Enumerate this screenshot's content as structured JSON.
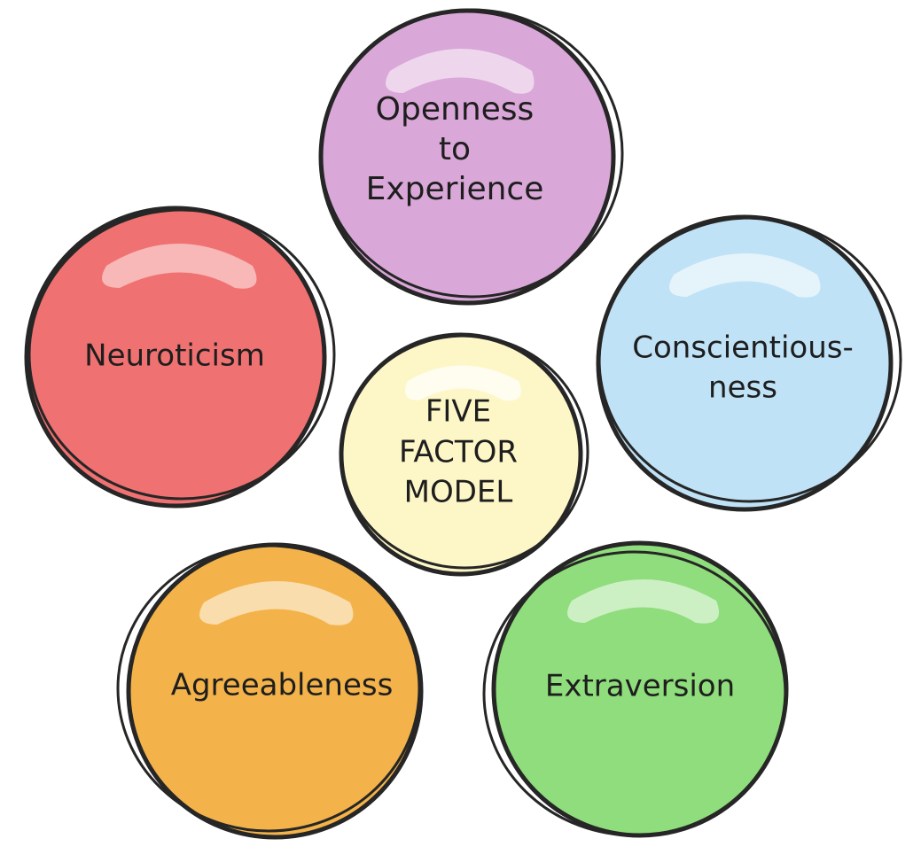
{
  "center": {
    "lines": [
      "FIVE",
      "FACTOR",
      "MODEL"
    ],
    "color": "#fdf7c8"
  },
  "traits": [
    {
      "key": "openness",
      "lines": [
        "Openness",
        "to",
        "Experience"
      ],
      "color": "#d9a7d8"
    },
    {
      "key": "conscientiousness",
      "lines": [
        "Conscientious-",
        "ness"
      ],
      "color": "#bfe2f6"
    },
    {
      "key": "extraversion",
      "lines": [
        "Extraversion"
      ],
      "color": "#8fdd7c"
    },
    {
      "key": "agreeableness",
      "lines": [
        "Agreeableness"
      ],
      "color": "#f3b34a"
    },
    {
      "key": "neuroticism",
      "lines": [
        "Neuroticism"
      ],
      "color": "#f07171"
    }
  ],
  "outline_color": "#262626"
}
